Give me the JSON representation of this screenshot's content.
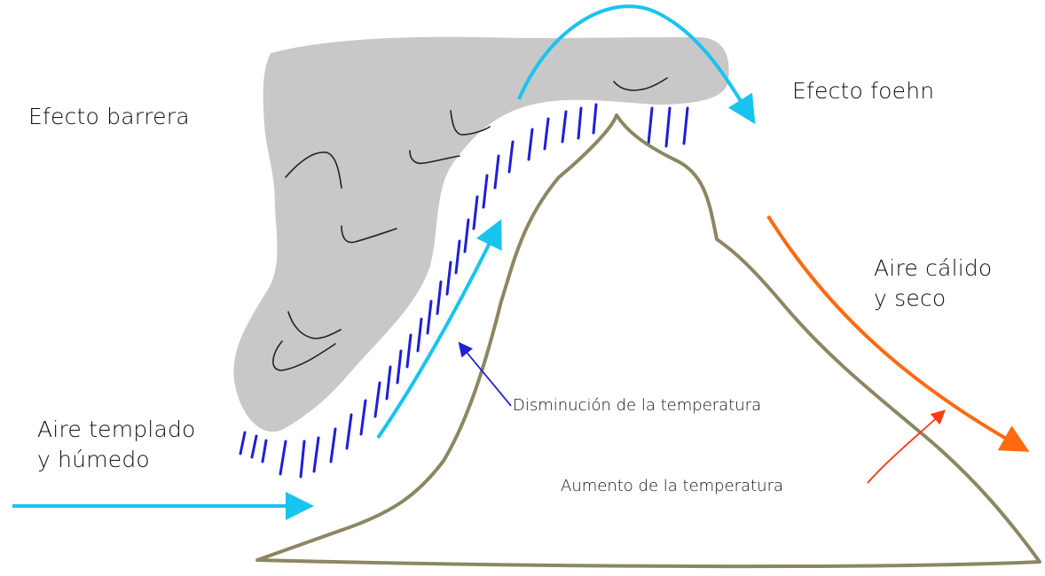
{
  "labels": {
    "barrier": "Efecto barrera",
    "foehn": "Efecto foehn",
    "warm_dry_line1": "Aire cálido",
    "warm_dry_line2": "y seco",
    "temperate_humid_line1": "Aire templado",
    "temperate_humid_line2": "y húmedo",
    "temp_decrease": "Disminución de la temperatura",
    "temp_increase": "Aumento de la temperatura"
  },
  "colors": {
    "cloud": "#c8c8c8",
    "rain": "#1f1fd6",
    "cold_air": "#19c3f0",
    "warm_air": "#ff6a10",
    "mountain": "#8c8762",
    "pointer_decrease": "#1f1fd6",
    "pointer_increase": "#ff3a10",
    "text": "#111111"
  }
}
